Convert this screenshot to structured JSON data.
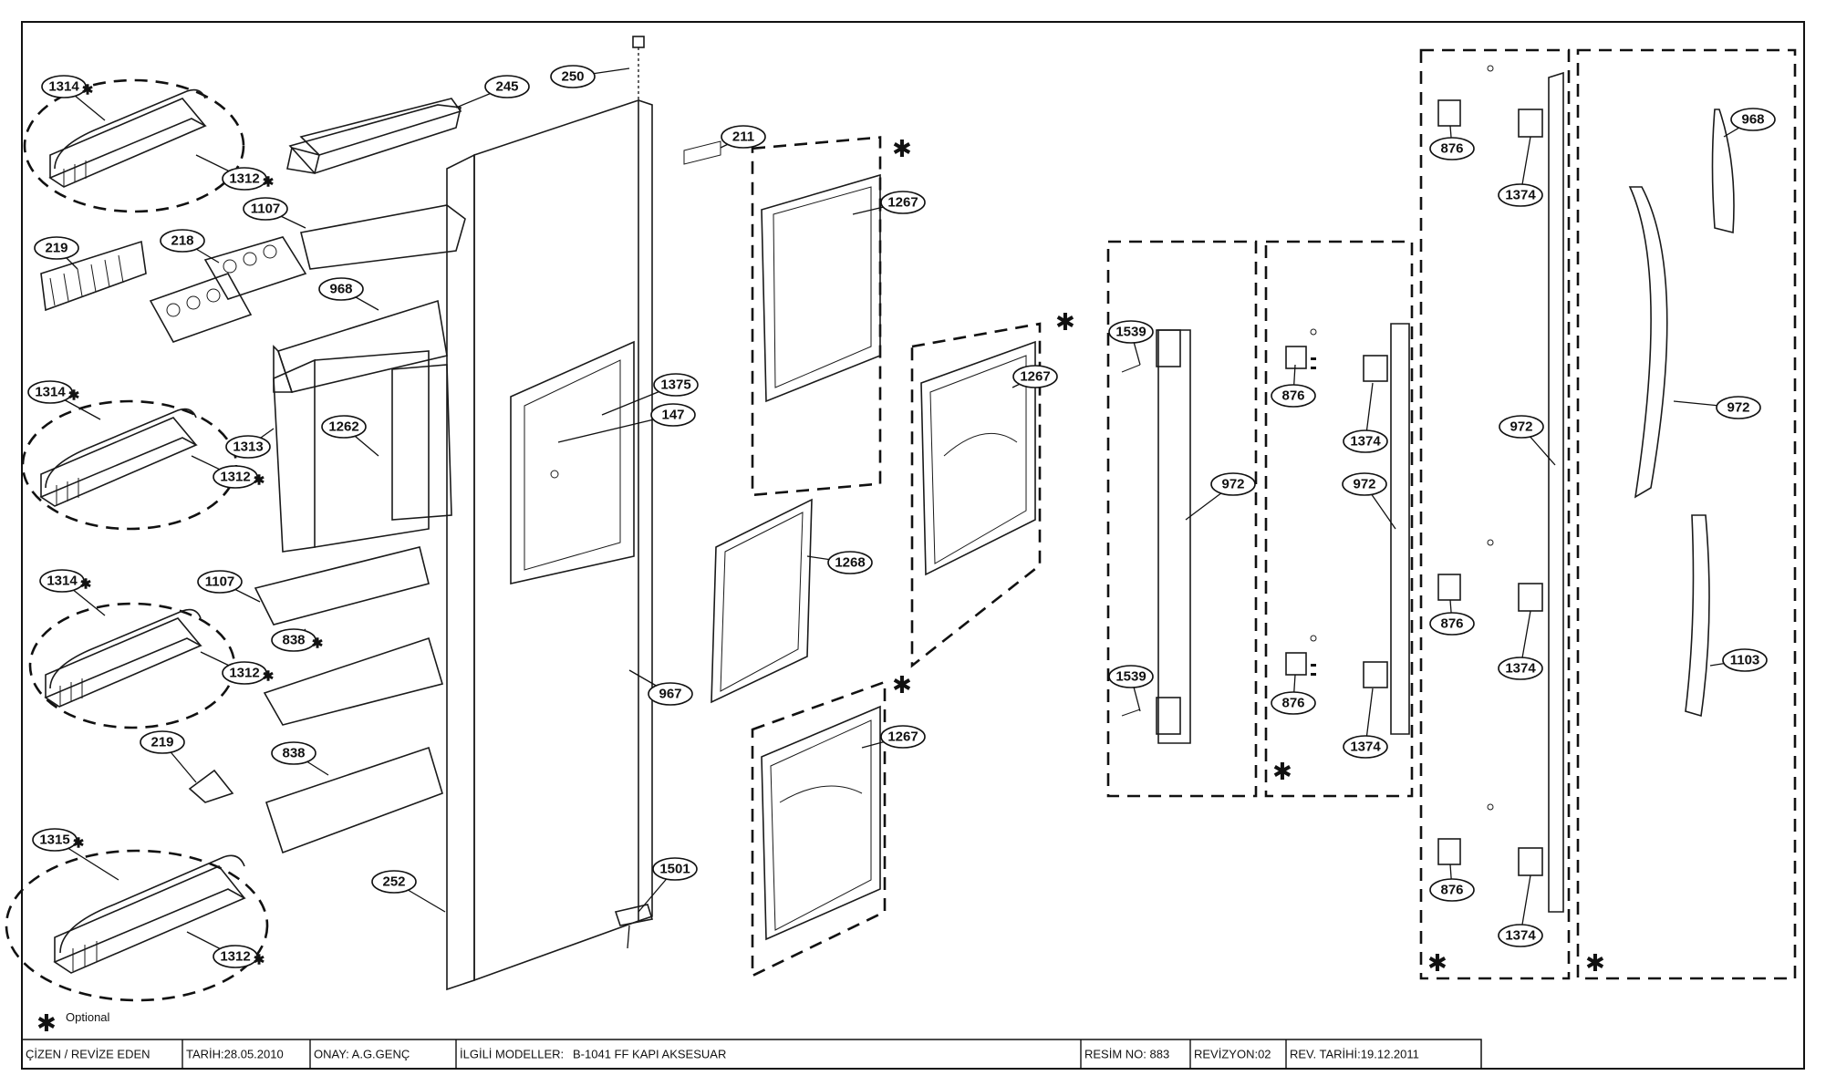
{
  "callouts": {
    "c1314a": "1314",
    "c1312a": "1312",
    "c219a": "219",
    "c218": "218",
    "c1314b": "1314",
    "c1313": "1313",
    "c1312b": "1312",
    "c1314c": "1314",
    "c1312c": "1312",
    "c219b": "219",
    "c1315": "1315",
    "c1312d": "1312",
    "c250": "250",
    "c245": "245",
    "c1107a": "1107",
    "c968a": "968",
    "c1262": "1262",
    "c1107b": "1107",
    "c838a": "838",
    "c838b": "838",
    "c252": "252",
    "c211": "211",
    "c1375": "1375",
    "c147": "147",
    "c967": "967",
    "c1501": "1501",
    "c1267a": "1267",
    "c1268": "1268",
    "c1267b": "1267",
    "c1267c": "1267",
    "c1539a": "1539",
    "c972a": "972",
    "c1539b": "1539",
    "c876a": "876",
    "c1374a": "1374",
    "c972b": "972",
    "c876b": "876",
    "c1374b": "1374",
    "c876c": "876",
    "c1374c": "1374",
    "c972c": "972",
    "c876d": "876",
    "c1374d": "1374",
    "c876e": "876",
    "c1374e": "1374",
    "c968b": "968",
    "c972d": "972",
    "c1103": "1103"
  },
  "legend": {
    "symbol": "✱",
    "text": "Optional"
  },
  "title_block": {
    "drawn_by": "ÇİZEN / REVİZE EDEN",
    "date": "TARİH:28.05.2010",
    "approval": "ONAY: A.G.GENÇ",
    "models_label": "İLGİLİ MODELLER:",
    "models_value": "B-1041 FF KAPI AKSESUAR",
    "drawing_no": "RESİM NO: 883",
    "revision": "REVİZYON:02",
    "revision_date": "REV. TARİHİ:19.12.2011"
  }
}
